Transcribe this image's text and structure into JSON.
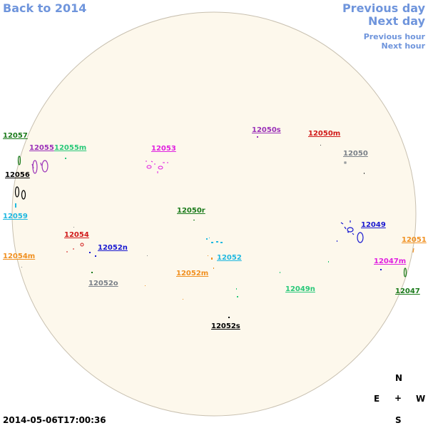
{
  "nav": {
    "back": "Back to 2014",
    "prev_day": "Previous day",
    "next_day": "Next day",
    "prev_hour": "Previous hour",
    "next_hour": "Next hour"
  },
  "timestamp": "2014-05-06T17:00:36",
  "compass": {
    "n": "N",
    "s": "S",
    "e": "E",
    "w": "W",
    "center": "+"
  },
  "colors": {
    "disk_fill": "#fdf8ec",
    "disk_stroke": "#c8c0b0",
    "nav": "#6f95dc"
  },
  "regions": [
    {
      "id": "12057",
      "color": "#1a7a1a"
    },
    {
      "id": "12055",
      "color": "#9a30b8"
    },
    {
      "id": "12055m",
      "color": "#28c878"
    },
    {
      "id": "12056",
      "color": "#000000"
    },
    {
      "id": "12059",
      "color": "#20b8e0"
    },
    {
      "id": "12053",
      "color": "#e020e0"
    },
    {
      "id": "12050s",
      "color": "#9a30b8"
    },
    {
      "id": "12050m",
      "color": "#d01818"
    },
    {
      "id": "12050",
      "color": "#7a8088"
    },
    {
      "id": "12050r",
      "color": "#1a7a1a"
    },
    {
      "id": "12054",
      "color": "#d01818"
    },
    {
      "id": "12052n",
      "color": "#1818d0"
    },
    {
      "id": "12054m",
      "color": "#f09020"
    },
    {
      "id": "12052",
      "color": "#20b8e0"
    },
    {
      "id": "12052m",
      "color": "#f09020"
    },
    {
      "id": "12052o",
      "color": "#7a8088"
    },
    {
      "id": "12049",
      "color": "#1818d0"
    },
    {
      "id": "12049n",
      "color": "#28c878"
    },
    {
      "id": "12047m",
      "color": "#e020e0"
    },
    {
      "id": "12051",
      "color": "#f09020"
    },
    {
      "id": "12047",
      "color": "#1a7a1a"
    },
    {
      "id": "12052s",
      "color": "#000000"
    }
  ]
}
